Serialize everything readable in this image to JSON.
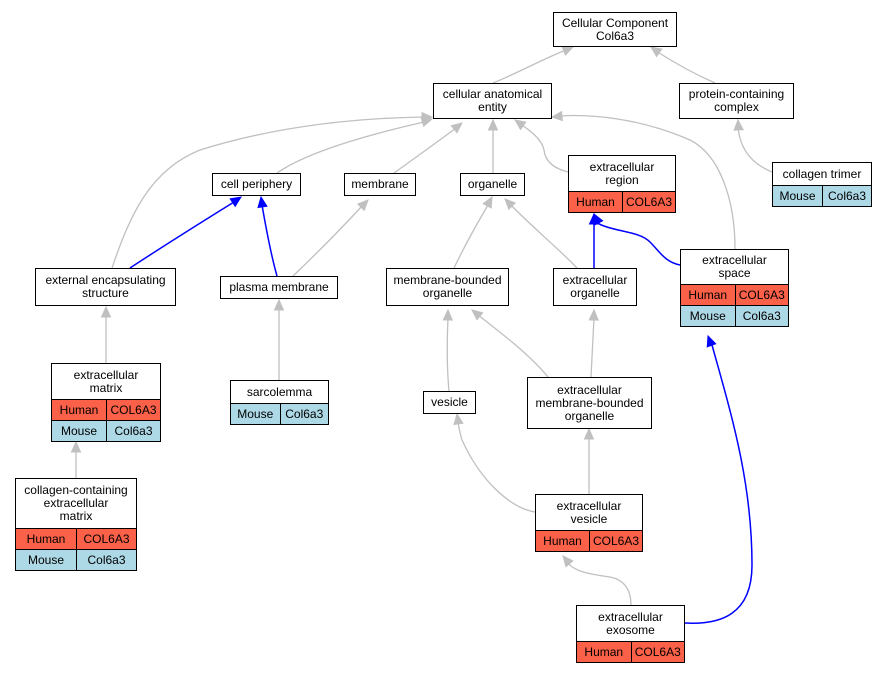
{
  "colors": {
    "human": "#fa6148",
    "mouse": "#add8e6",
    "edge_gray": "#c0c0c0",
    "edge_blue": "#0000ff"
  },
  "nodes": [
    {
      "id": "cc_root",
      "label": "Cellular Component\nCol6a3"
    },
    {
      "id": "cae",
      "label": "cellular anatomical\nentity"
    },
    {
      "id": "pcc",
      "label": "protein-containing\ncomplex"
    },
    {
      "id": "collagen_trimer",
      "label": "collagen trimer",
      "mouse": [
        "Mouse",
        "Col6a3"
      ]
    },
    {
      "id": "extracellular_region",
      "label": "extracellular\nregion",
      "human": [
        "Human",
        "COL6A3"
      ]
    },
    {
      "id": "cell_periphery",
      "label": "cell periphery"
    },
    {
      "id": "membrane",
      "label": "membrane"
    },
    {
      "id": "organelle",
      "label": "organelle"
    },
    {
      "id": "extracellular_space",
      "label": "extracellular\nspace",
      "human": [
        "Human",
        "COL6A3"
      ],
      "mouse": [
        "Mouse",
        "Col6a3"
      ]
    },
    {
      "id": "ext_encap",
      "label": "external encapsulating\nstructure"
    },
    {
      "id": "plasma_membrane",
      "label": "plasma membrane"
    },
    {
      "id": "mbo",
      "label": "membrane-bounded\norganelle"
    },
    {
      "id": "ext_organelle",
      "label": "extracellular\norganelle"
    },
    {
      "id": "ecm",
      "label": "extracellular\nmatrix",
      "human": [
        "Human",
        "COL6A3"
      ],
      "mouse": [
        "Mouse",
        "Col6a3"
      ]
    },
    {
      "id": "sarcolemma",
      "label": "sarcolemma",
      "mouse": [
        "Mouse",
        "Col6a3"
      ]
    },
    {
      "id": "vesicle",
      "label": "vesicle"
    },
    {
      "id": "ext_mbo",
      "label": "extracellular\nmembrane-bounded\norganelle"
    },
    {
      "id": "cc_ecm",
      "label": "collagen-containing\nextracellular\nmatrix",
      "human": [
        "Human",
        "COL6A3"
      ],
      "mouse": [
        "Mouse",
        "Col6a3"
      ]
    },
    {
      "id": "ext_vesicle",
      "label": "extracellular\nvesicle",
      "human": [
        "Human",
        "COL6A3"
      ]
    },
    {
      "id": "ext_exosome",
      "label": "extracellular\nexosome",
      "human": [
        "Human",
        "COL6A3"
      ]
    }
  ],
  "edges": [
    {
      "from": "cae",
      "to": "cc_root",
      "color": "gray"
    },
    {
      "from": "pcc",
      "to": "cc_root",
      "color": "gray"
    },
    {
      "from": "collagen_trimer",
      "to": "pcc",
      "color": "gray"
    },
    {
      "from": "cell_periphery",
      "to": "cae",
      "color": "gray"
    },
    {
      "from": "membrane",
      "to": "cae",
      "color": "gray"
    },
    {
      "from": "organelle",
      "to": "cae",
      "color": "gray"
    },
    {
      "from": "extracellular_region",
      "to": "cae",
      "color": "gray"
    },
    {
      "from": "extracellular_space",
      "to": "cae",
      "color": "gray"
    },
    {
      "from": "ext_encap",
      "to": "cae",
      "color": "gray"
    },
    {
      "from": "ext_encap",
      "to": "cell_periphery",
      "color": "blue"
    },
    {
      "from": "plasma_membrane",
      "to": "cell_periphery",
      "color": "blue"
    },
    {
      "from": "plasma_membrane",
      "to": "membrane",
      "color": "gray"
    },
    {
      "from": "mbo",
      "to": "organelle",
      "color": "gray"
    },
    {
      "from": "ext_organelle",
      "to": "organelle",
      "color": "gray"
    },
    {
      "from": "ext_organelle",
      "to": "extracellular_region",
      "color": "blue"
    },
    {
      "from": "extracellular_space",
      "to": "extracellular_region",
      "color": "blue"
    },
    {
      "from": "ecm",
      "to": "ext_encap",
      "color": "gray"
    },
    {
      "from": "sarcolemma",
      "to": "plasma_membrane",
      "color": "gray"
    },
    {
      "from": "vesicle",
      "to": "mbo",
      "color": "gray"
    },
    {
      "from": "ext_mbo",
      "to": "mbo",
      "color": "gray"
    },
    {
      "from": "ext_mbo",
      "to": "ext_organelle",
      "color": "gray"
    },
    {
      "from": "cc_ecm",
      "to": "ecm",
      "color": "gray"
    },
    {
      "from": "ext_vesicle",
      "to": "vesicle",
      "color": "gray"
    },
    {
      "from": "ext_vesicle",
      "to": "ext_mbo",
      "color": "gray"
    },
    {
      "from": "ext_exosome",
      "to": "ext_vesicle",
      "color": "gray"
    },
    {
      "from": "ext_exosome",
      "to": "extracellular_space",
      "color": "blue"
    }
  ]
}
